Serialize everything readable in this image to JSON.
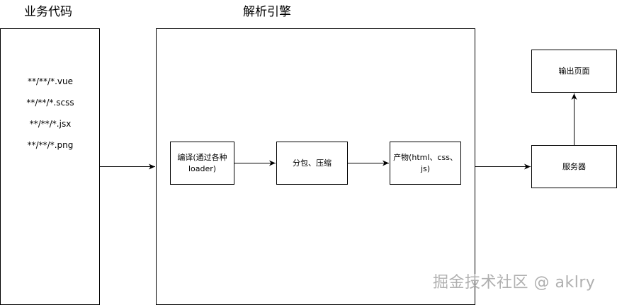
{
  "sections": {
    "business_code": {
      "title": "业务代码",
      "files": [
        "**/**/*.vue",
        "**/**/*.scss",
        "**/**/*.jsx",
        "**/**/*.png"
      ]
    },
    "engine": {
      "title": "解析引擎",
      "steps": {
        "compile": "编译(通过各种loader)",
        "split": "分包、压缩",
        "output": "产物(html、css、js)"
      }
    }
  },
  "nodes": {
    "server": "服务器",
    "page_output": "输出页面"
  },
  "watermark": "掘金技术社区 @ aklry",
  "colors": {
    "stroke": "#000000",
    "watermark": "#b0b0b0"
  }
}
